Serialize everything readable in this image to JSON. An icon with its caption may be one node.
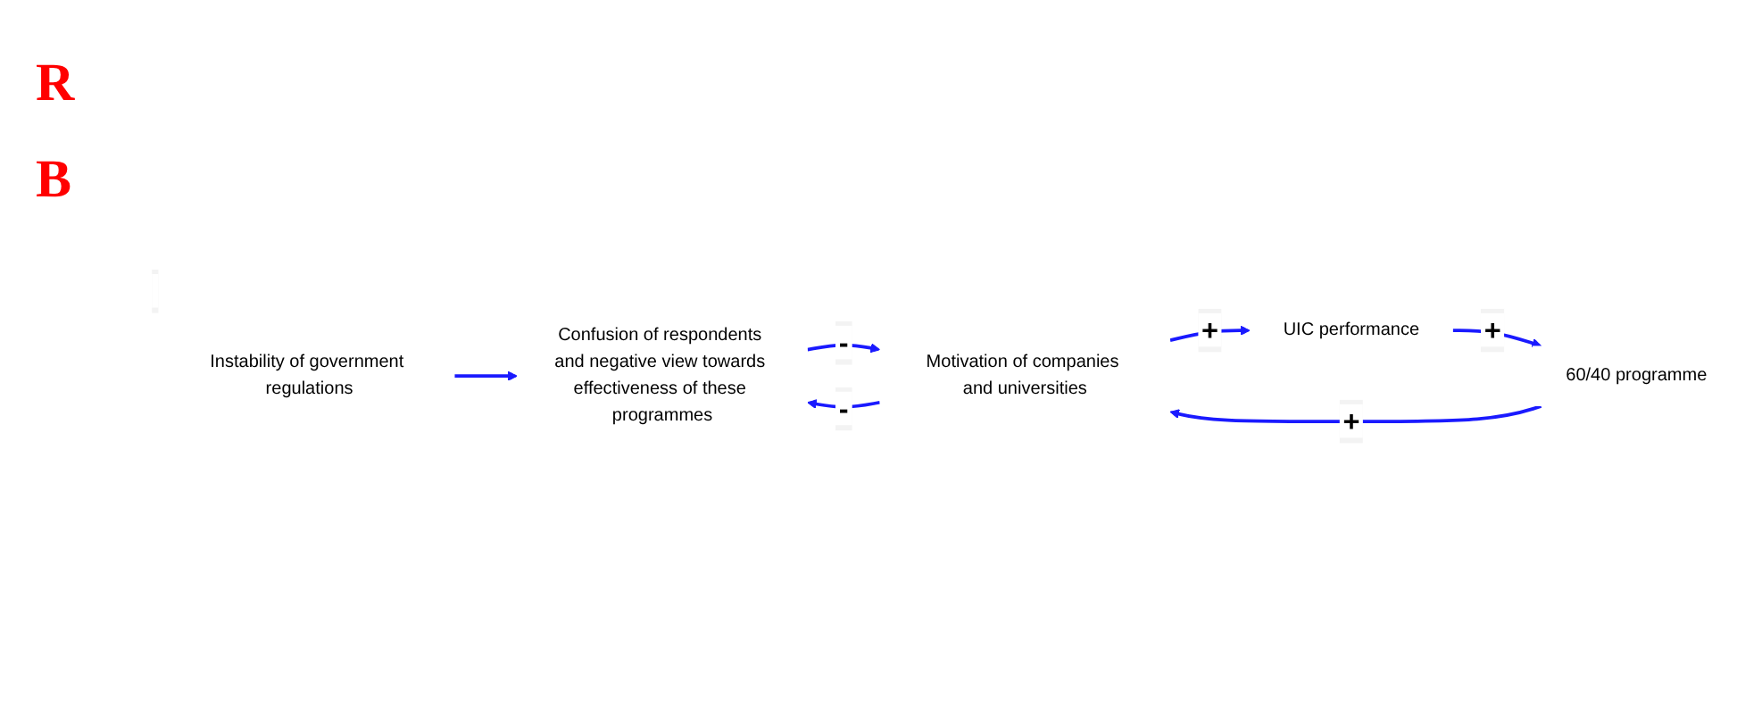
{
  "diagram": {
    "nodes": [
      {
        "text": [
          "Instability of government regulations"
        ]
      },
      {
        "text": [
          "60/40 programme"
        ]
      },
      {
        "text": [
          "Motivation of companies and universities"
        ]
      },
      {
        "text": [
          "Confusion of respondents and negative view towards effectiveness of these programmes"
        ]
      },
      {
        "text": [
          "UIC performance"
        ]
      }
    ],
    "edges": [
      {
        "from": 1,
        "to": 2,
        "label": "+",
        "arrow": "to"
      },
      {
        "from": 2,
        "to": 4,
        "label": "+",
        "arrow": "to"
      },
      {
        "from": 4,
        "to": 1,
        "label": "+",
        "arrow": "to"
      },
      {
        "from": 2,
        "to": 3,
        "label": "-",
        "arrow": "to"
      },
      {
        "from": 3,
        "to": 2,
        "label": "-",
        "arrow": "to"
      },
      {
        "from": 0,
        "to": 3,
        "arrow": "to"
      }
    ],
    "labels": [
      "R",
      "B"
    ]
  }
}
